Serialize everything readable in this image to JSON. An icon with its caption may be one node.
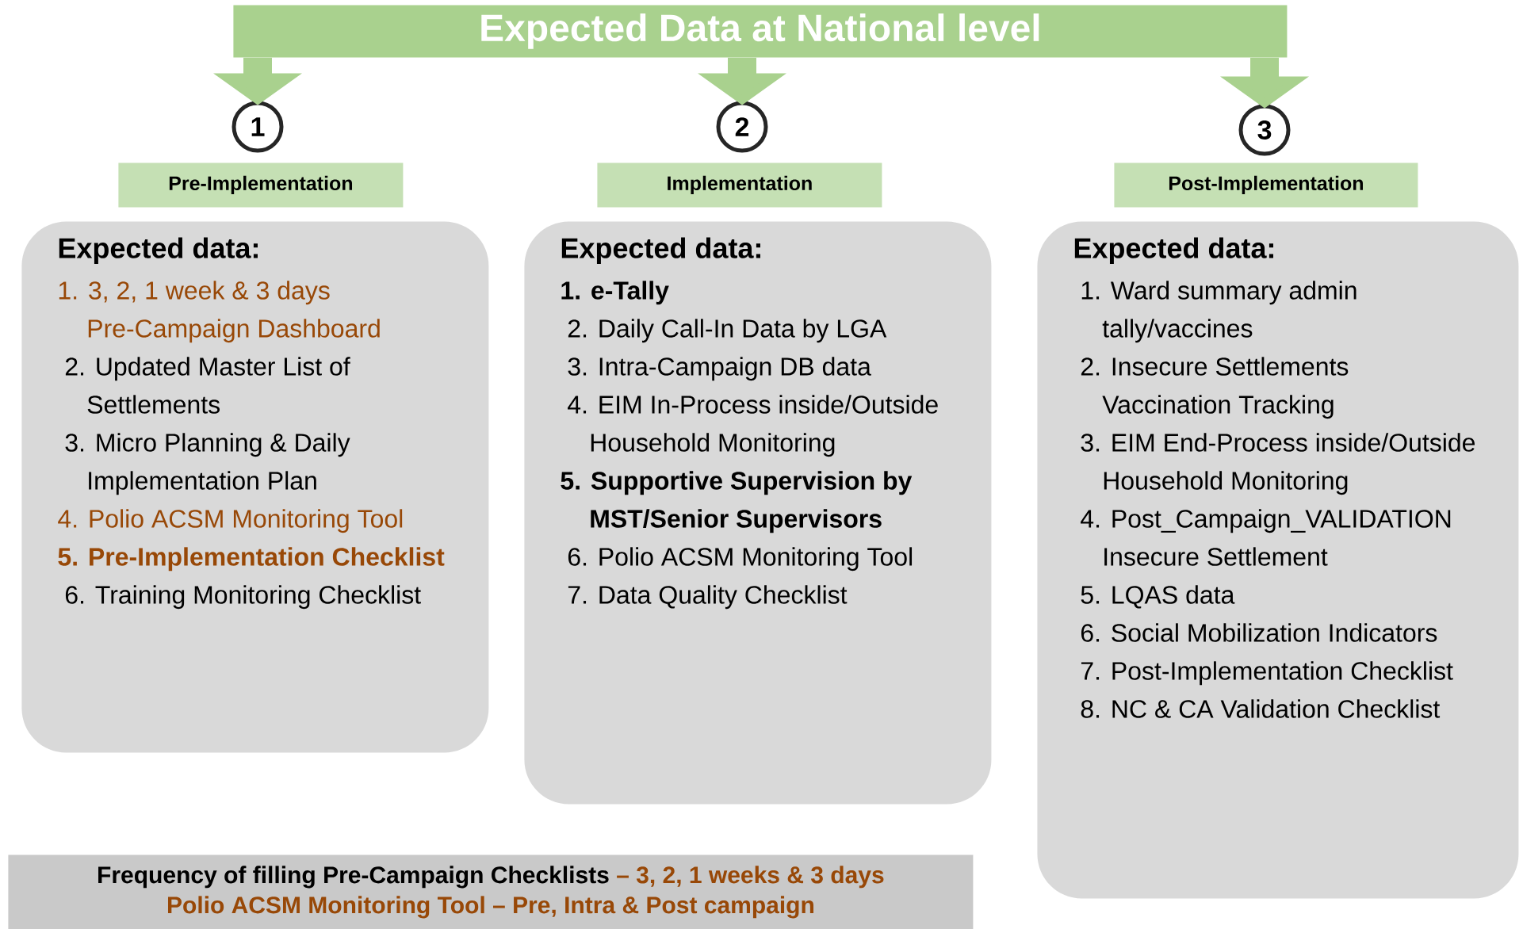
{
  "diagram": {
    "nodes": [
      {
        "text": [
          "Expected Data at National level"
        ]
      },
      {
        "text": [
          "1"
        ]
      },
      {
        "text": [
          "2"
        ]
      },
      {
        "text": [
          "3"
        ]
      },
      {
        "text": [
          "Pre-Implementation"
        ]
      },
      {
        "text": [
          "Implementation"
        ]
      },
      {
        "text": [
          "Post-Implementation"
        ]
      },
      {
        "text": [
          "Expected data:",
          "1. 3, 2, 1 week & 3 days Pre-Campaign Dashboard",
          "2. Updated Master List of Settlements",
          "3. Micro Planning & Daily Implementation Plan",
          "4. Polio ACSM Monitoring Tool",
          "5. Pre-Implementation Checklist",
          "6. Training Monitoring Checklist"
        ]
      },
      {
        "text": [
          "Expected data:",
          "1. e-Tally",
          "2. Daily Call-In Data by LGA",
          "3. Intra-Campaign DB data",
          "4. EIM In-Process inside/Outside Household Monitoring",
          "5. Supportive Supervision by MST/Senior Supervisors",
          "6. Polio ACSM Monitoring Tool",
          "7. Data Quality Checklist"
        ]
      },
      {
        "text": [
          "Expected data:",
          "1. Ward summary admin tally/vaccines",
          "2. Insecure Settlements Vaccination Tracking",
          "3. EIM End-Process inside/Outside Household Monitoring",
          "4. Post_Campaign_VALIDATION Insecure Settlement",
          "5. LQAS data",
          "6. Social Mobilization Indicators",
          "7. Post-Implementation Checklist",
          "8. NC & CA Validation Checklist"
        ]
      },
      {
        "text": [
          "Frequency of filling Pre-Campaign Checklists",
          "– 3, 2, 1 weeks & 3 days",
          "Polio ACSM Monitoring Tool – Pre, Intra & Post campaign"
        ]
      }
    ],
    "edges": [
      {
        "from": 0,
        "to": 1,
        "arrow": "to"
      },
      {
        "from": 0,
        "to": 2,
        "arrow": "to"
      },
      {
        "from": 0,
        "to": 3,
        "arrow": "to"
      }
    ]
  }
}
